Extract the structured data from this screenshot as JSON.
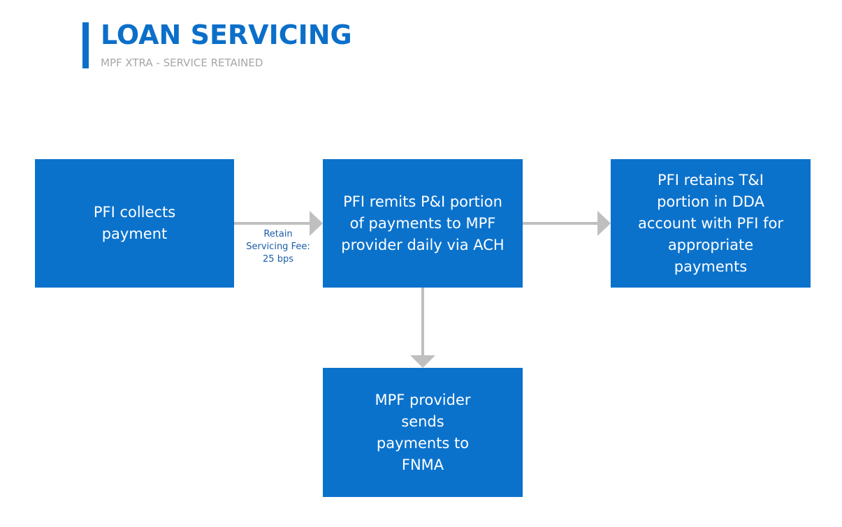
{
  "header": {
    "title": "LOAN SERVICING",
    "subtitle": "MPF XTRA - SERVICE RETAINED"
  },
  "nodes": {
    "collect": "PFI collects payment",
    "remit": "PFI remits P&I portion of payments to MPF provider daily via ACH",
    "retain": "PFI retains T&I portion in DDA account with PFI for appropriate payments",
    "send": "MPF provider sends payments to FNMA"
  },
  "edges": {
    "collect_to_remit_label": "Retain Servicing Fee: 25 bps"
  },
  "colors": {
    "accent": "#0b6fc9",
    "box": "#0b72cc",
    "arrow": "#bfbfbf",
    "subtitle": "#a6a6a6"
  }
}
